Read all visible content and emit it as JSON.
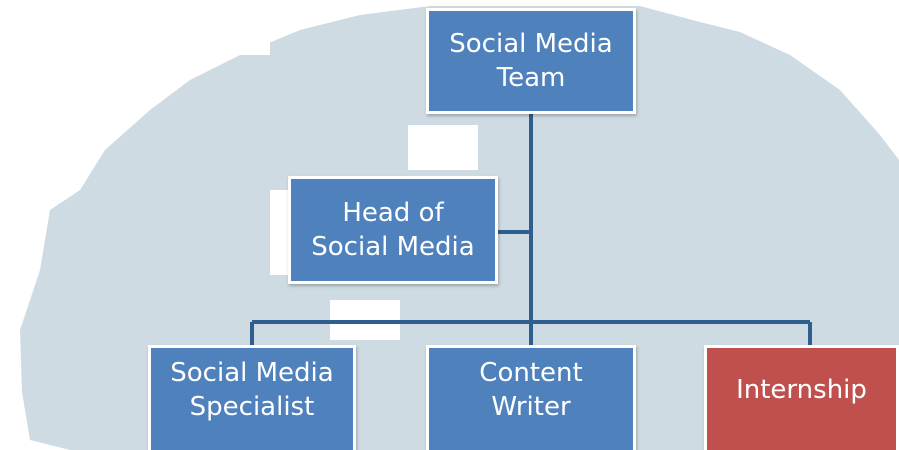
{
  "colors": {
    "node_blue": "#4f81bd",
    "node_red": "#c0504d",
    "connector": "#2f5f8e",
    "background_shape": "#ccd9e0"
  },
  "chart": {
    "nodes": {
      "team": "Social Media\nTeam",
      "head": "Head of\nSocial Media",
      "specialist": "Social Media\nSpecialist",
      "writer": "Content\nWriter",
      "intern": "Internship"
    }
  }
}
